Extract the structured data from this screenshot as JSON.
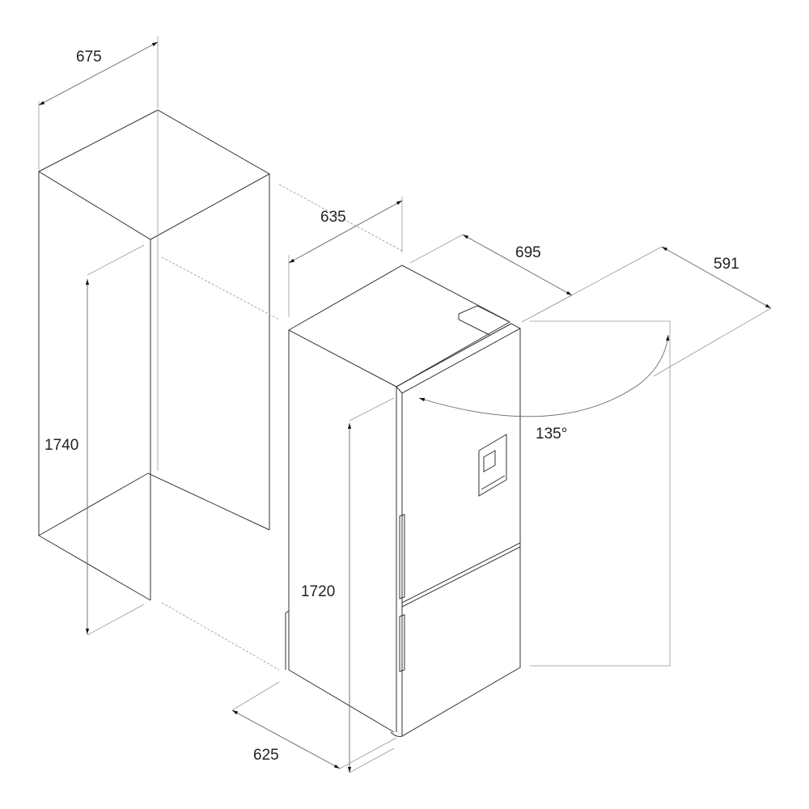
{
  "niche": {
    "width_label": "675",
    "height_label": "1740"
  },
  "appliance": {
    "depth_niche_label": "635",
    "depth_label": "695",
    "door_open_depth_label": "591",
    "door_angle_label": "135°",
    "height_label": "1720",
    "width_label": "625"
  },
  "colors": {
    "line": "#333333",
    "text": "#222222",
    "background": "#ffffff"
  }
}
